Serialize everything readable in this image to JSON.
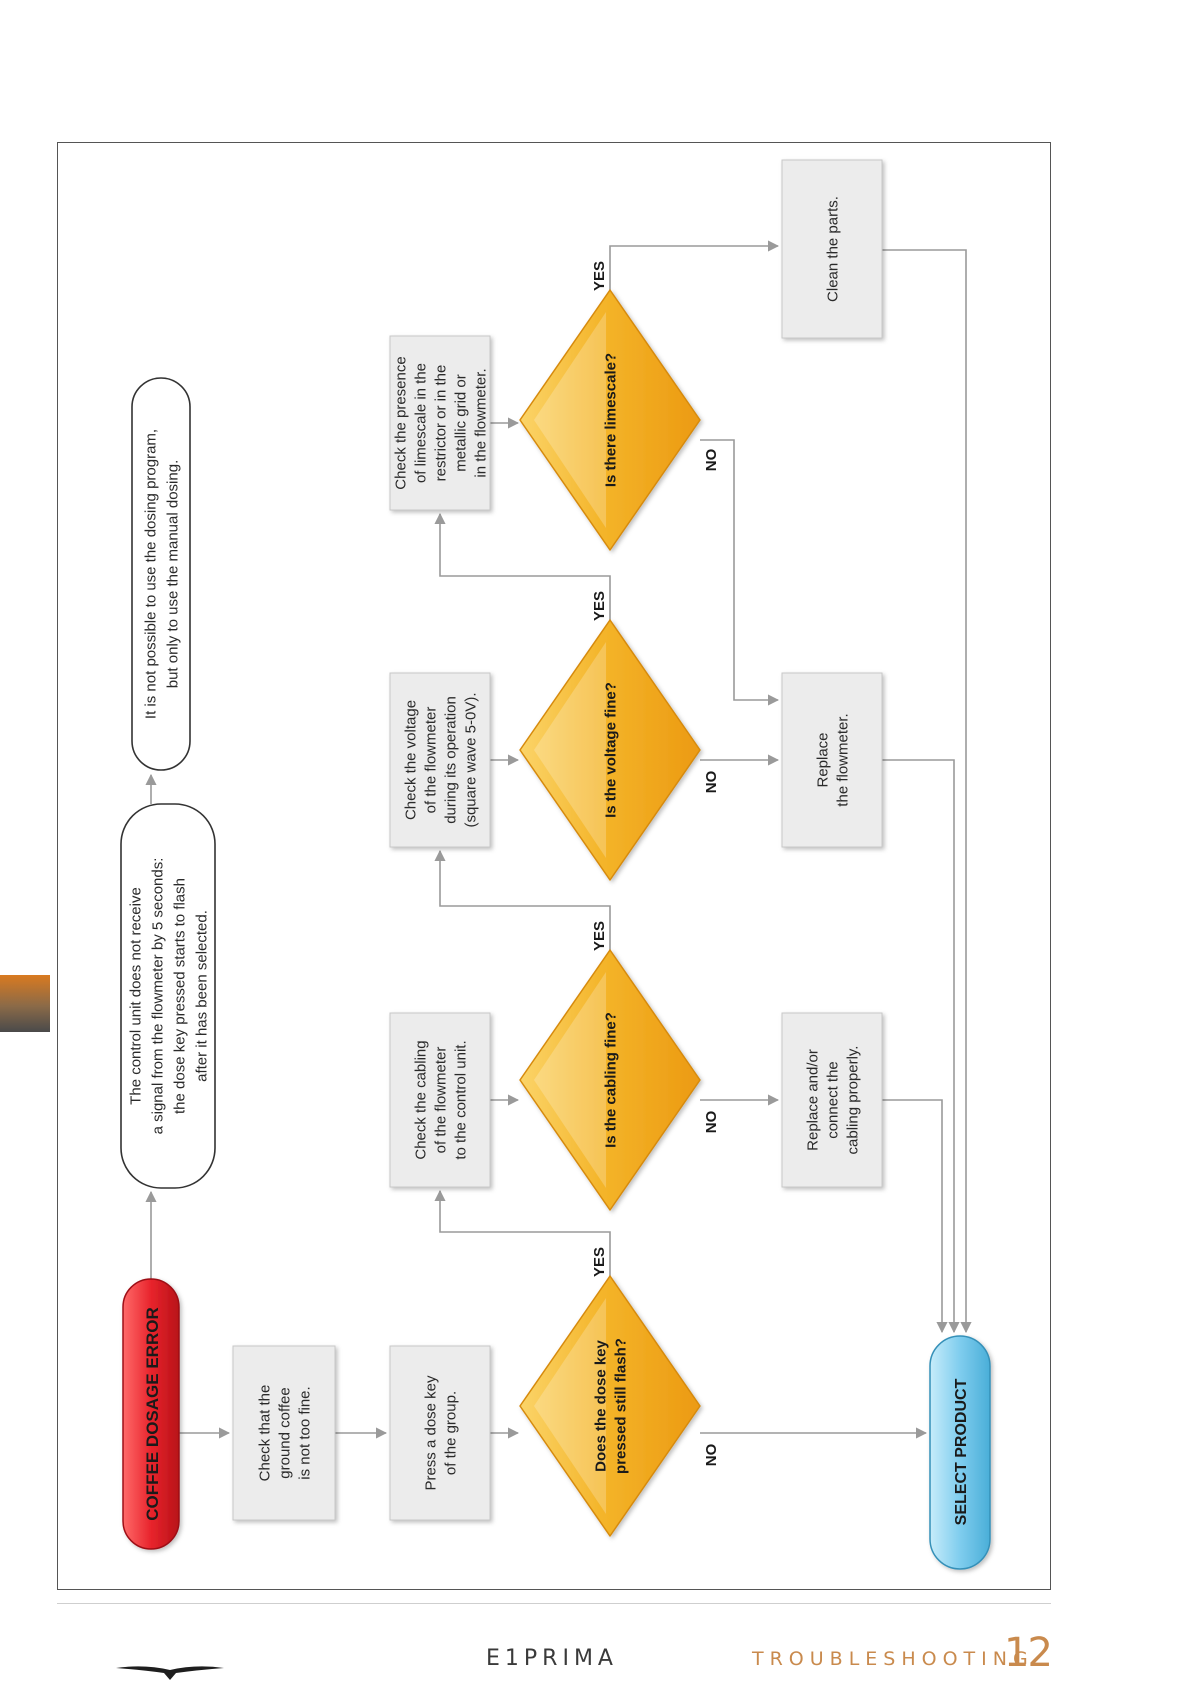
{
  "start": "COFFEE DOSAGE ERROR",
  "end": "SELECT PRODUCT",
  "steps": {
    "check_ground": [
      "Check that the",
      "ground coffee",
      "is not too fine."
    ],
    "press_key": [
      "Press a dose key",
      "of the group."
    ],
    "check_cabling": [
      "Check the cabling",
      "of the flowmeter",
      "to the control unit."
    ],
    "check_voltage": [
      "Check the voltage",
      "of the flowmeter",
      "during its operation",
      "(square wave 5-0V)."
    ],
    "check_limescale": [
      "Check the presence",
      "of limescale in the",
      "restrictor or in the",
      "metallic grid or",
      "in the flowmeter."
    ],
    "replace_cabling": [
      "Replace and/or",
      "connect the",
      "cabling properly."
    ],
    "replace_flowmeter": [
      "Replace",
      "the flowmeter."
    ],
    "clean_parts": [
      "Clean the parts."
    ]
  },
  "decisions": {
    "dose_flash": [
      "Does the dose key",
      "pressed still flash?"
    ],
    "cabling": [
      "Is the cabling fine?"
    ],
    "voltage": [
      "Is the voltage fine?"
    ],
    "limescale": [
      "Is there limescale?"
    ]
  },
  "notes": {
    "signal": [
      "The control unit does not receive",
      "a signal from the flowmeter by 5 seconds:",
      "the dose key pressed starts to flash",
      "after it has been selected."
    ],
    "manual": [
      "It is not possible to use the dosing program,",
      "but only to use the manual dosing."
    ]
  },
  "labels": {
    "yes": "YES",
    "no": "NO"
  },
  "footer": {
    "brand": "E1PRIMA",
    "section": "TROUBLESHOOTING",
    "page": "12"
  },
  "colors": {
    "start_red": "#e8242c",
    "end_blue": "#6fc6ea",
    "diamond_orange": "#f2a81c",
    "box_gray": "#ebebeb",
    "accent": "#c98a4d"
  }
}
